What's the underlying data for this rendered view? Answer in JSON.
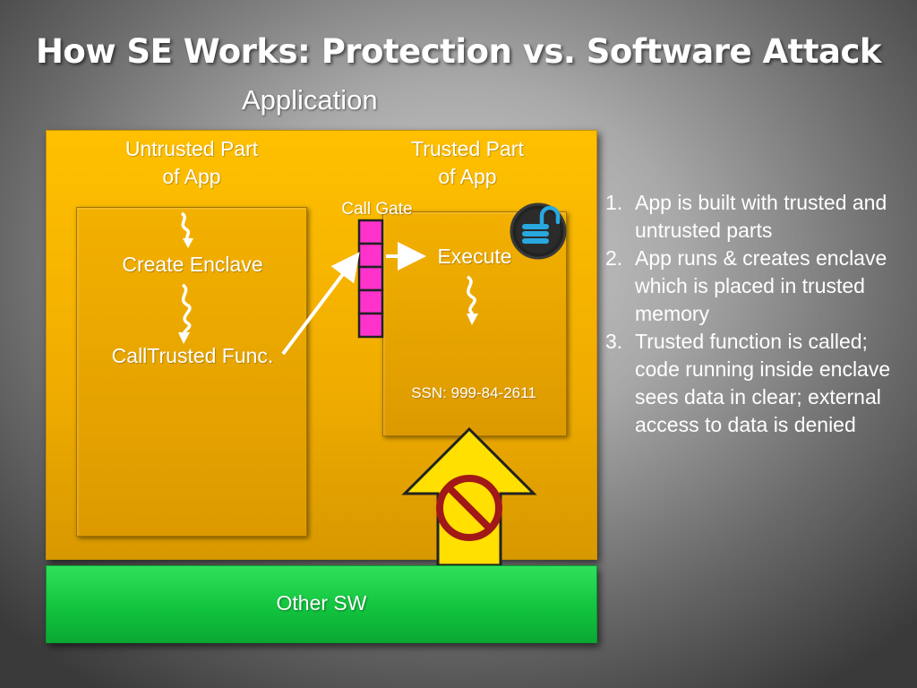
{
  "title": "How SE Works:  Protection vs. Software Attack",
  "subtitle": "Application",
  "untrusted": {
    "heading_line1": "Untrusted Part",
    "heading_line2": "of App",
    "create_enclave": "Create Enclave",
    "call_trusted": "CallTrusted Func."
  },
  "trusted": {
    "heading_line1": "Trusted Part",
    "heading_line2": "of App",
    "call_gate": "Call Gate",
    "execute": "Execute",
    "ssn": "SSN: 999-84-2611"
  },
  "other_sw": "Other SW",
  "steps": [
    {
      "num": "1.",
      "text": "App is built with trusted and untrusted parts"
    },
    {
      "num": "2.",
      "text": "App runs & creates enclave which is placed in trusted memory"
    },
    {
      "num": "3.",
      "text": "Trusted function is called; code running inside enclave sees data in clear; external access to data is denied"
    }
  ],
  "colors": {
    "app_box": "#ffc000",
    "other_sw": "#1fd04a",
    "call_gate": "#ff33cc",
    "attack_arrow": "#ffe000",
    "prohibited": "#a01818",
    "lock": "#29a8e0"
  },
  "icons": [
    "lock-icon",
    "prohibited-icon",
    "squiggle-arrow-icon"
  ]
}
